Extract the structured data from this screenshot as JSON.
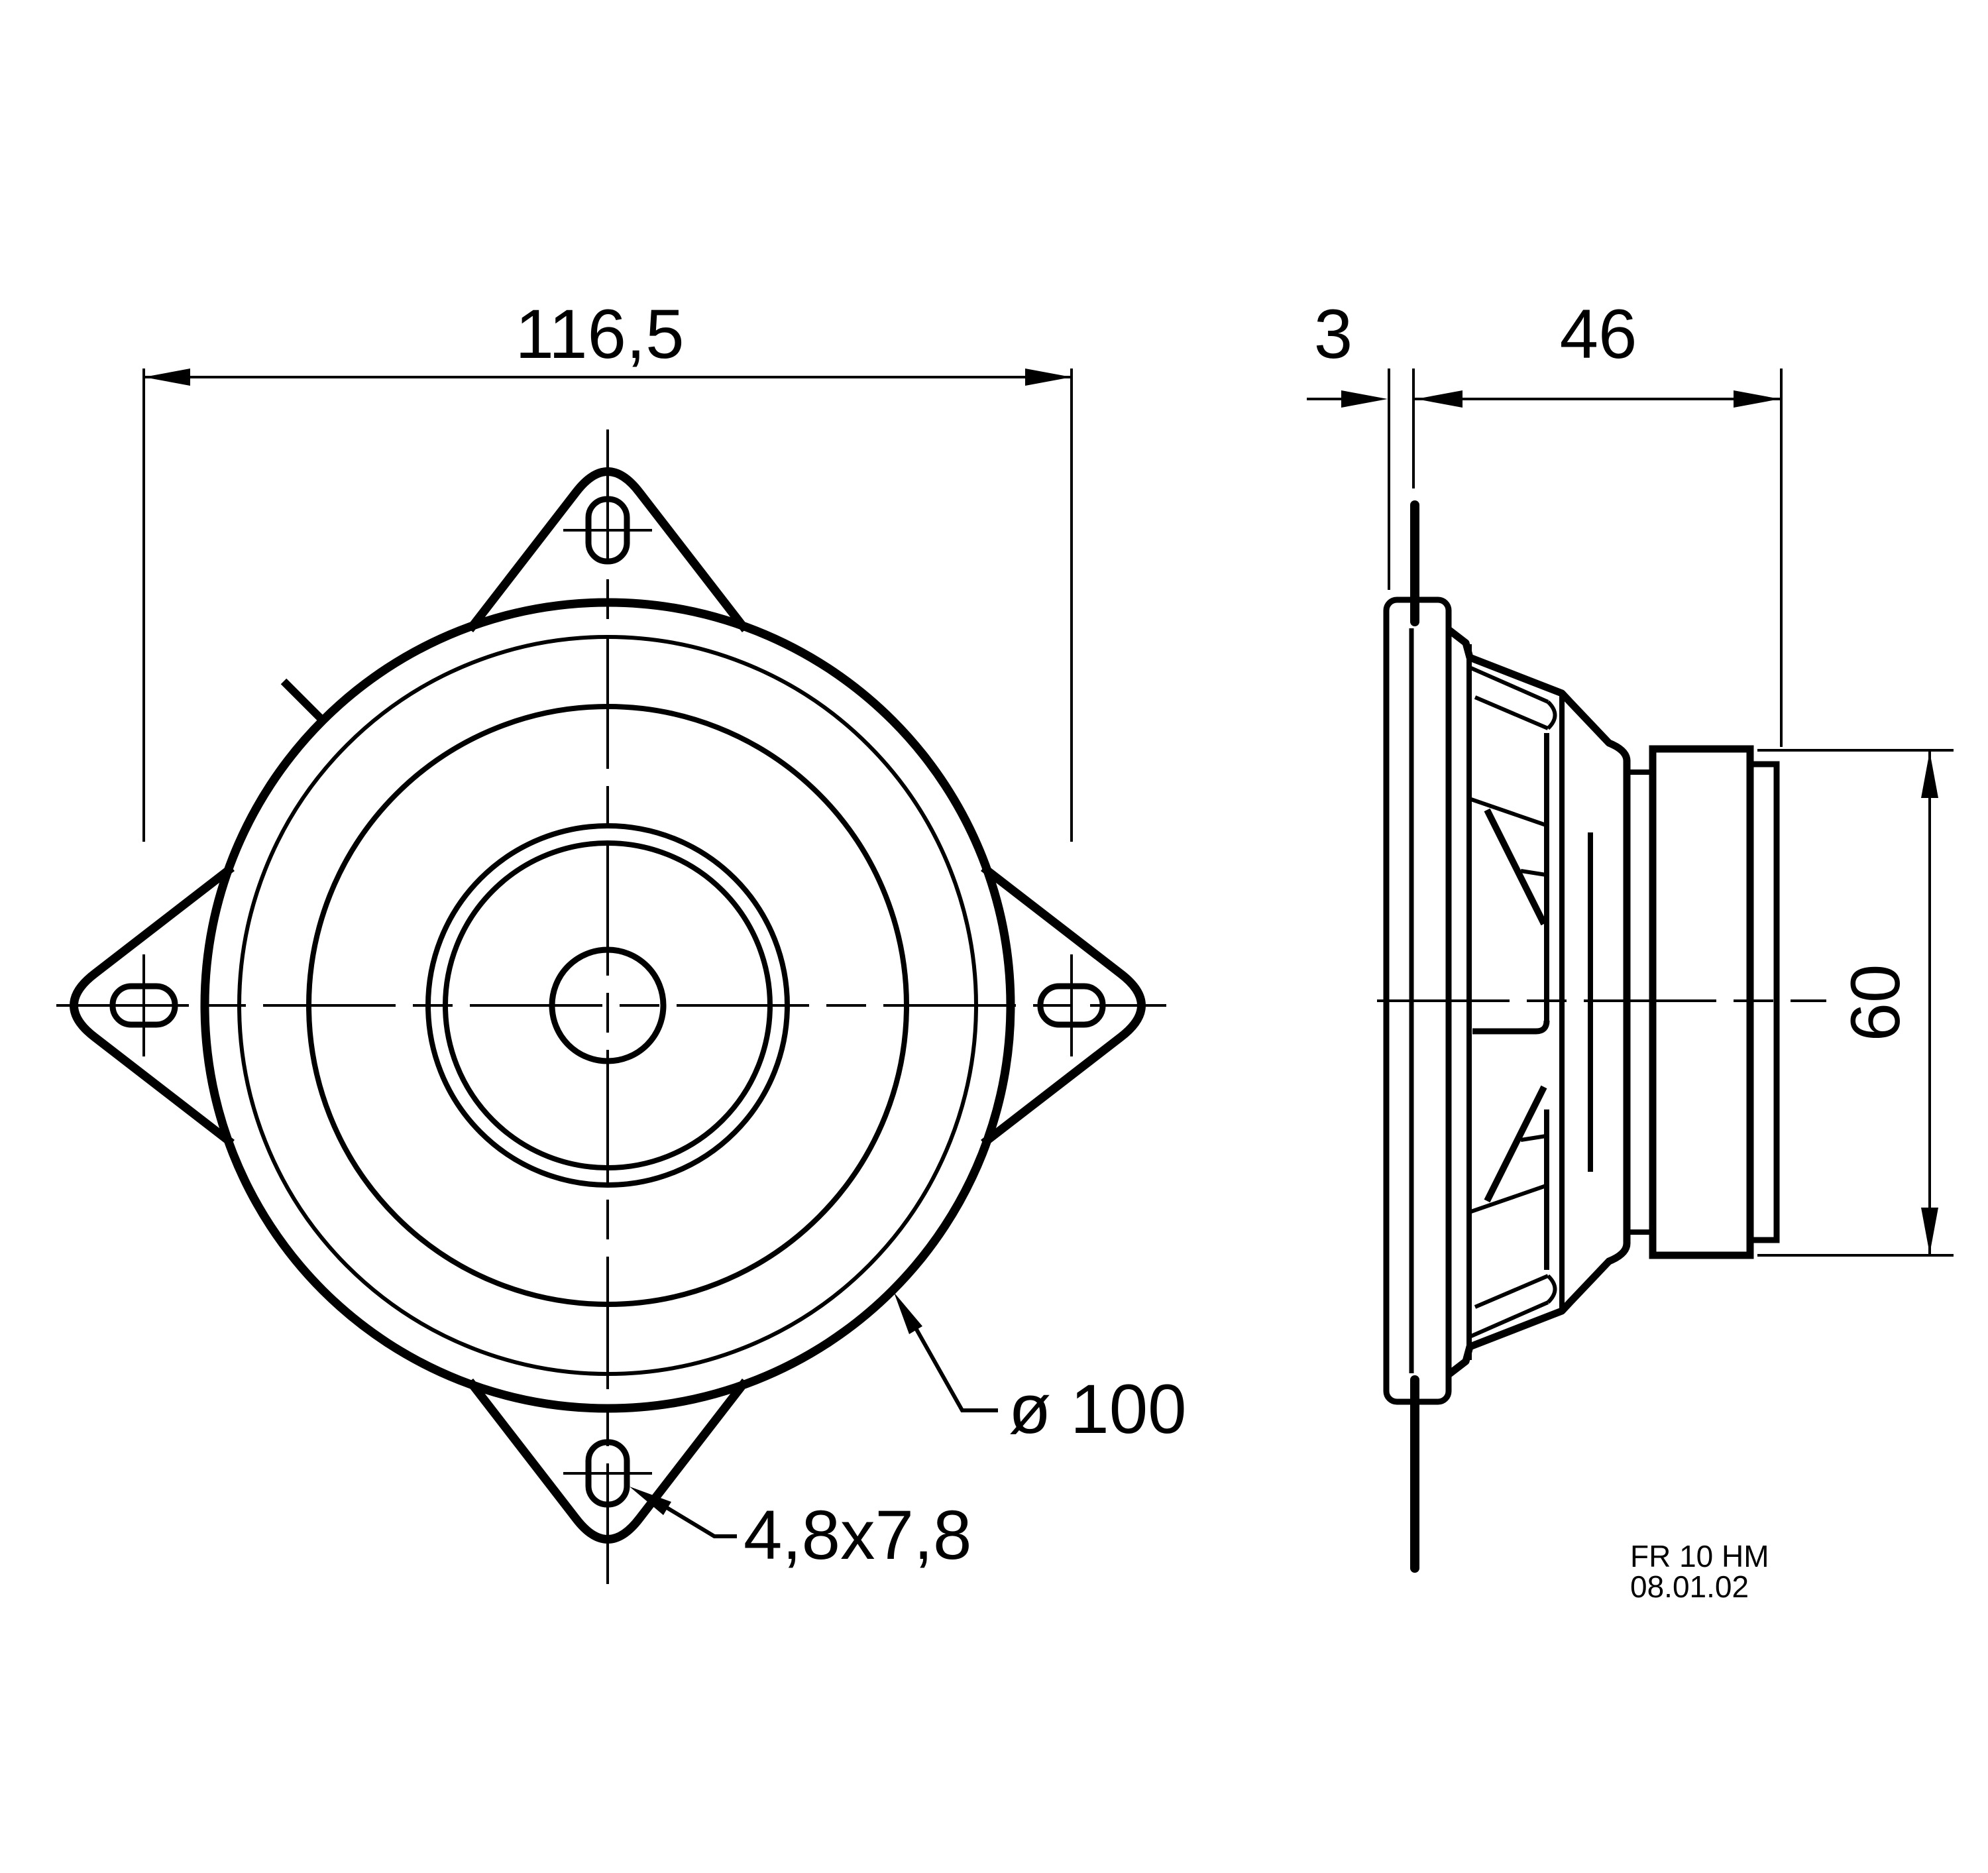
{
  "page": {
    "background_color": "#ffffff",
    "ink_color": "#000000",
    "type": "loudspeaker dimension drawing, front and side view"
  },
  "title_block": {
    "part_label": "FR 10 HM",
    "date_label": "08.01.02"
  },
  "dimensions": {
    "front_overall_width": "116,5",
    "front_diameter": "ø 100",
    "mounting_slot_size": "4,8x7,8",
    "gasket_protrusion_depth": "3",
    "mounting_depth": "46",
    "magnet_diameter": "60"
  }
}
